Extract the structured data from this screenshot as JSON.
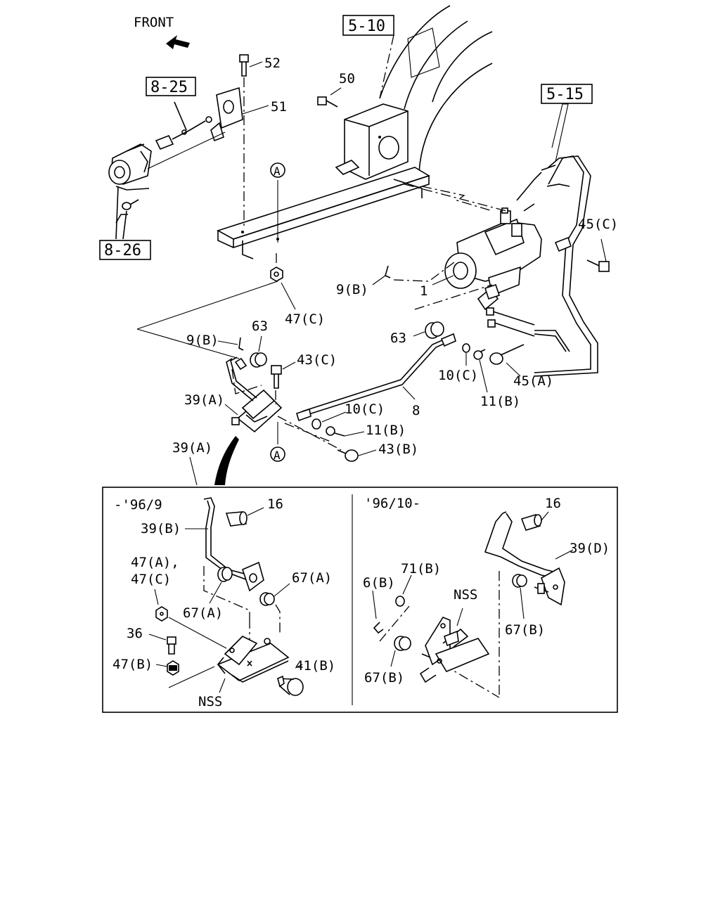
{
  "direction_label": "FRONT",
  "ref_boxes": {
    "r510": "5-10",
    "r515": "5-15",
    "r825": "8-25",
    "r826": "8-26"
  },
  "callout_a": "A",
  "labels": {
    "p52": "52",
    "p51": "51",
    "p50": "50",
    "p45c": "45(C)",
    "p9b_top": "9(B)",
    "p1": "1",
    "p47c": "47(C)",
    "p63_left": "63",
    "p9b_left": "9(B)",
    "p43c": "43(C)",
    "p63_right": "63",
    "p10c_right": "10(C)",
    "p45a": "45(A)",
    "p11b_right": "11(B)",
    "p39a": "39(A)",
    "p10c_mid": "10(C)",
    "p8": "8",
    "p11b_mid": "11(B)",
    "p43b": "43(B)",
    "p39a_detail": "39(A)"
  },
  "detail_left": {
    "header": "-'96/9",
    "p16": "16",
    "p39b": "39(B)",
    "p47a": "47(A),",
    "p47c": "47(C)",
    "p67a_right": "67(A)",
    "p67a_left": "67(A)",
    "p36": "36",
    "p47b": "47(B)",
    "p41b": "41(B)",
    "nss": "NSS"
  },
  "detail_right": {
    "header": "'96/10-",
    "p16": "16",
    "p39d": "39(D)",
    "p71b": "71(B)",
    "p6b": "6(B)",
    "nss": "NSS",
    "p67b_right": "67(B)",
    "p67b_left": "67(B)"
  }
}
